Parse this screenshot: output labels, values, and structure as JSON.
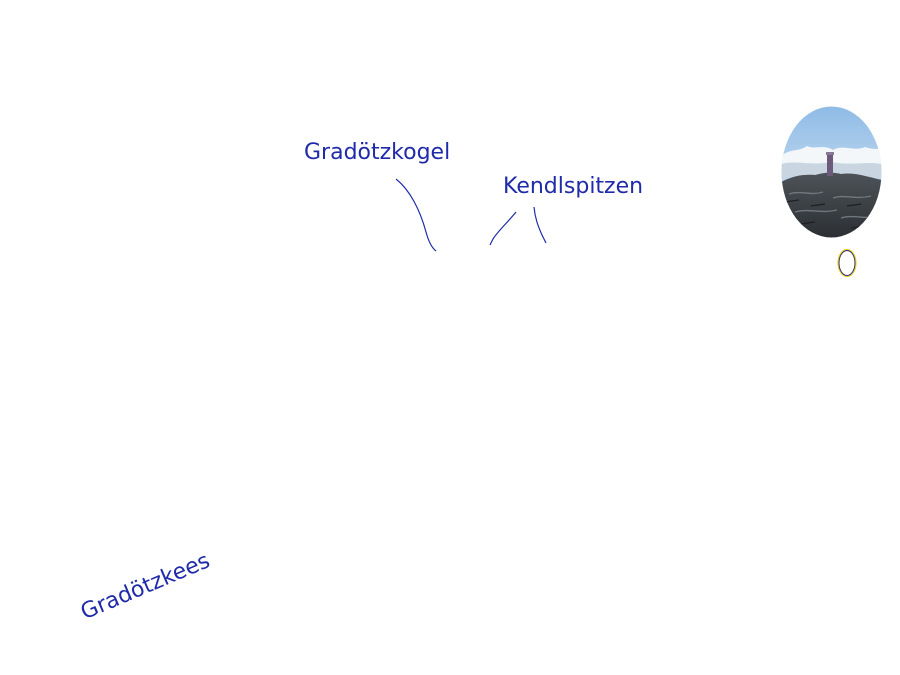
{
  "labels": {
    "peak_1": "Gradötzkogel",
    "peak_2": "Kendlspitzen",
    "glacier": "Gradötzkees"
  },
  "colors": {
    "label_text": "#1f2ba8",
    "leader_line": "#1f2ba8",
    "marker_outline": "#1f2ba8",
    "marker_glow": "#f2d11b"
  },
  "icons": {
    "summit_photo": "summit-cross-photo",
    "marker": "egg-outline-marker-icon"
  }
}
